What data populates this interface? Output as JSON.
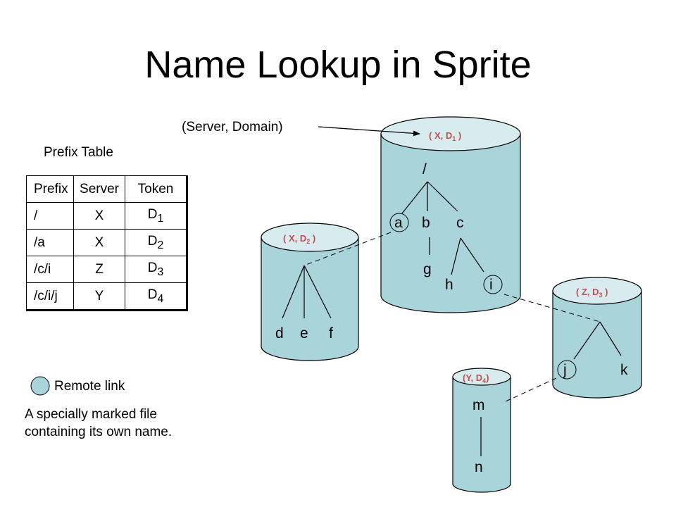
{
  "slide": {
    "title": "Name Lookup in Sprite"
  },
  "prefix_table": {
    "caption": "Prefix Table",
    "headers": [
      "Prefix",
      "Server",
      "Token"
    ],
    "rows": [
      {
        "prefix": "/",
        "server": "X",
        "token": "D",
        "token_sub": "1"
      },
      {
        "prefix": "/a",
        "server": "X",
        "token": "D",
        "token_sub": "2"
      },
      {
        "prefix": "/c/i",
        "server": "Z",
        "token": "D",
        "token_sub": "3"
      },
      {
        "prefix": "/c/i/j",
        "server": "Y",
        "token": "D",
        "token_sub": "4"
      }
    ]
  },
  "server_domain_label": "(Server, Domain)",
  "domains": {
    "d1": {
      "open": "( X, D",
      "sub": "1",
      "close": " )"
    },
    "d2": {
      "open": "( X, D",
      "sub": "2",
      "close": " )"
    },
    "d3": {
      "open": "( Z, D",
      "sub": "3",
      "close": " )"
    },
    "d4": {
      "open": "(Y, D",
      "sub": "4",
      "close": ")"
    }
  },
  "nodes": {
    "root": "/",
    "a": "a",
    "b": "b",
    "c": "c",
    "g": "g",
    "h": "h",
    "i": "i",
    "d": "d",
    "e": "e",
    "f": "f",
    "j": "j",
    "k": "k",
    "m": "m",
    "n": "n"
  },
  "legend": {
    "remote_link_label": "Remote link",
    "note_line1": "A specially marked file",
    "note_line2": "containing its own name."
  },
  "colors": {
    "cylinder_fill": "#a9d4da",
    "cylinder_top": "#d8ecef",
    "domain_label": "#c0504d"
  }
}
